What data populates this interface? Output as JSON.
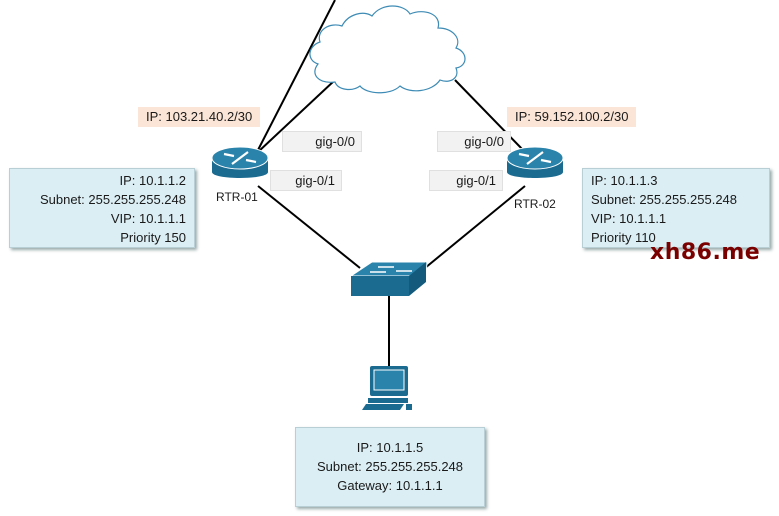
{
  "cloud": {
    "name": "internet-cloud"
  },
  "routers": [
    {
      "name": "RTR-01",
      "wan_ip": "IP: 103.21.40.2/30",
      "port_wan": "gig-0/0",
      "port_lan": "gig-0/1",
      "info": [
        "IP: 10.1.1.2",
        "Subnet: 255.255.255.248",
        "VIP: 10.1.1.1",
        "Priority 150"
      ]
    },
    {
      "name": "RTR-02",
      "wan_ip": "IP: 59.152.100.2/30",
      "port_wan": "gig-0/0",
      "port_lan": "gig-0/1",
      "info": [
        "IP: 10.1.1.3",
        "Subnet: 255.255.255.248",
        "VIP: 10.1.1.1",
        "Priority 110"
      ]
    }
  ],
  "host": {
    "info": [
      "IP: 10.1.1.5",
      "Subnet: 255.255.255.248",
      "Gateway: 10.1.1.1"
    ]
  },
  "watermark": "xh86.me",
  "colors": {
    "device": "#1b6b91",
    "info_bg": "#dbeef4",
    "wan_bg": "#fbe5d6",
    "cloud_stroke": "#3d8bb5"
  }
}
